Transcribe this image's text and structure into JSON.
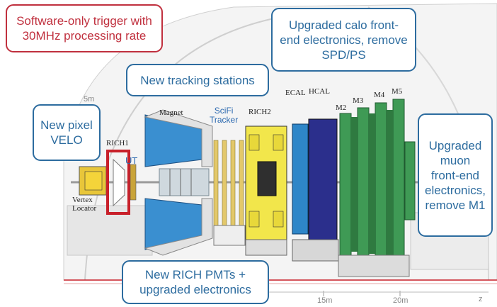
{
  "callouts": {
    "trigger": "Software-only trigger with\n30MHz processing rate",
    "calo": "Upgraded calo front-\nend electronics, remove\nSPD/PS",
    "tracking": "New tracking stations",
    "velo": "New pixel\nVELO",
    "muon": "Upgraded\nmuon\nfront-end\nelectronics,\nremove M1",
    "rich": "New RICH PMTs +\nupgraded electronics"
  },
  "labels": {
    "rich1": "RICH1",
    "ut": "UT",
    "magnet": "Magnet",
    "scifi": "SciFi\nTracker",
    "rich2": "RICH2",
    "ecal": "ECAL",
    "hcal": "HCAL",
    "m2": "M2",
    "m3": "M3",
    "m4": "M4",
    "m5": "M5",
    "vertex": "Vertex\nLocator"
  },
  "scale": {
    "y5m": "5m",
    "x15m": "15m",
    "x20m": "20m",
    "axis_z": "z"
  },
  "colors": {
    "callout_blue": "#2d6c9f",
    "callout_red": "#c0303e",
    "magnet": "#3a8fd0",
    "muon": "#3f9a55",
    "hcal": "#2b2f8c",
    "ecal": "#2e86c8",
    "rich": "#f2e64b",
    "velo": "#e0c020",
    "beam_red": "#c8202a"
  }
}
